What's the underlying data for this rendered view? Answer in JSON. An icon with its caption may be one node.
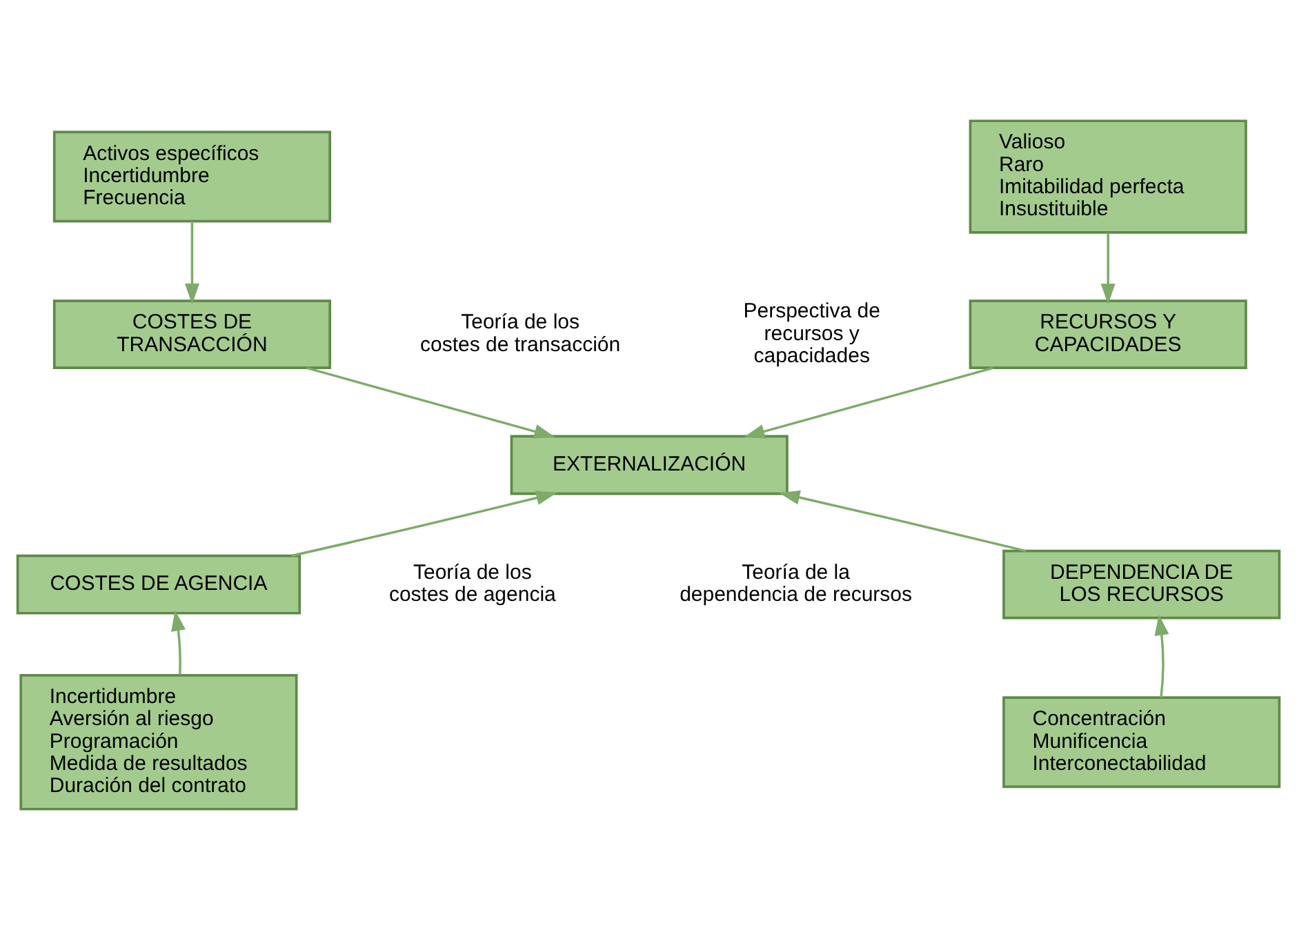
{
  "diagram": {
    "nodes": [
      {
        "text": [
          "Activos específicos",
          "Incertidumbre",
          "Frecuencia"
        ]
      },
      {
        "text": [
          "COSTES DE TRANSACCIÓN"
        ]
      },
      {
        "text": [
          "Valioso",
          "Raro",
          "Imitabilidad perfecta",
          "Insustituible"
        ]
      },
      {
        "text": [
          "RECURSOS Y CAPACIDADES"
        ]
      },
      {
        "text": [
          "EXTERNALIZACIÓN"
        ]
      },
      {
        "text": [
          "COSTES DE AGENCIA"
        ]
      },
      {
        "text": [
          "DEPENDENCIA DE LOS RECURSOS"
        ]
      },
      {
        "text": [
          "Incertidumbre",
          "Aversión al riesgo",
          "Programación",
          "Medida de resultados",
          "Duración del contrato"
        ]
      },
      {
        "text": [
          "Concentración",
          "Munificencia",
          "Interconectabilidad"
        ]
      }
    ],
    "edges": [
      {
        "from": 0,
        "to": 1,
        "arrow": "to"
      },
      {
        "from": 2,
        "to": 3,
        "arrow": "to"
      },
      {
        "from": 1,
        "to": 4,
        "arrow": "to"
      },
      {
        "from": 3,
        "to": 4,
        "arrow": "to"
      },
      {
        "from": 5,
        "to": 4,
        "arrow": "to"
      },
      {
        "from": 6,
        "to": 4,
        "arrow": "to"
      },
      {
        "from": 7,
        "to": 5,
        "arrow": "to"
      },
      {
        "from": 8,
        "to": 6,
        "arrow": "to"
      }
    ],
    "labels": [
      "Teoría de los costes de transacción",
      "Perspectiva de recursos y capacidades",
      "Teoría de los costes de agencia",
      "Teoría de la dependencia de recursos"
    ]
  }
}
